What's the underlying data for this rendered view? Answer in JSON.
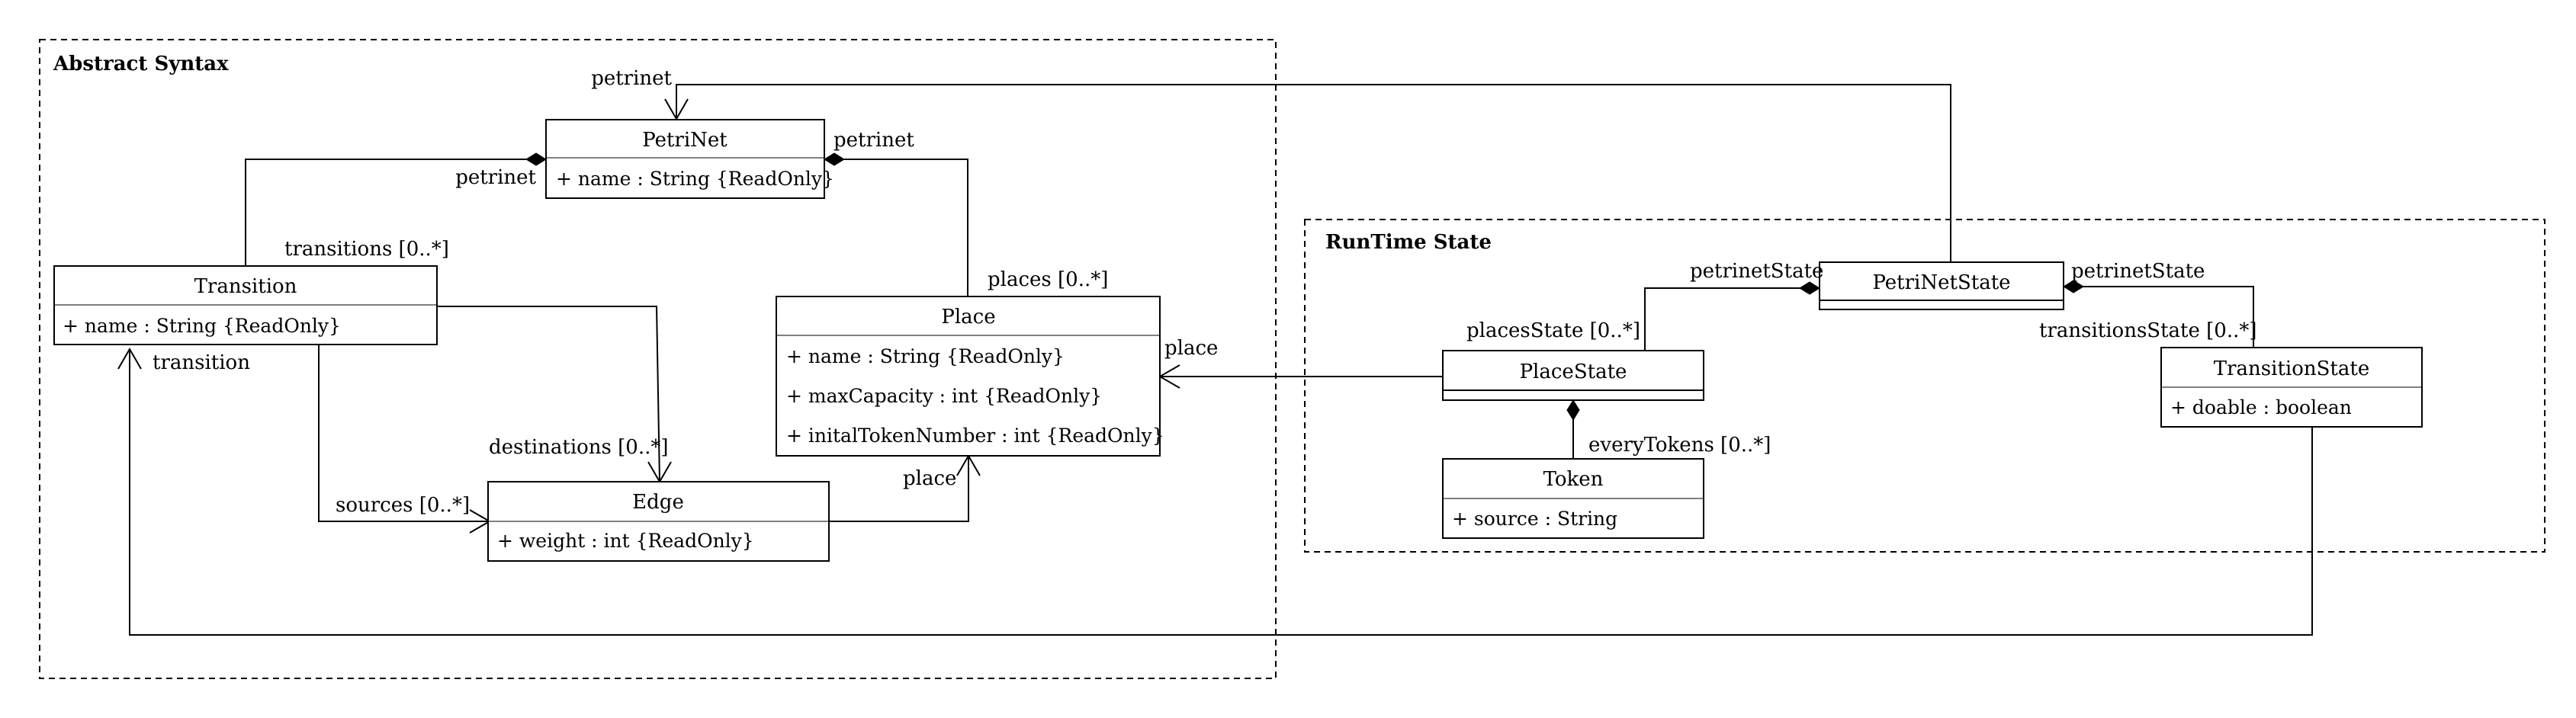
{
  "packages": {
    "abstract_syntax": {
      "title": "Abstract Syntax"
    },
    "runtime_state": {
      "title": "RunTime State"
    }
  },
  "classes": {
    "petrinet": {
      "name": "PetriNet",
      "attributes": [
        "+ name : String {ReadOnly}"
      ]
    },
    "transition": {
      "name": "Transition",
      "attributes": [
        "+ name : String {ReadOnly}"
      ]
    },
    "place": {
      "name": "Place",
      "attributes": [
        "+ name : String {ReadOnly}",
        "+ maxCapacity : int {ReadOnly}",
        "+ initalTokenNumber : int {ReadOnly}"
      ]
    },
    "edge": {
      "name": "Edge",
      "attributes": [
        "+ weight : int {ReadOnly}"
      ]
    },
    "petrinetstate": {
      "name": "PetriNetState",
      "attributes": []
    },
    "placestate": {
      "name": "PlaceState",
      "attributes": []
    },
    "transitionstate": {
      "name": "TransitionState",
      "attributes": [
        "+ doable : boolean"
      ]
    },
    "token": {
      "name": "Token",
      "attributes": [
        "+ source : String"
      ]
    }
  },
  "roles": {
    "transition_petrinet": "petrinet",
    "transition_transitions": "transitions [0..*]",
    "place_petrinet": "petrinet",
    "place_places": "places [0..*]",
    "petrinetstate_petrinet": "petrinet",
    "transitionstate_transition": "transition",
    "transition_destinations": "destinations [0..*]",
    "transition_sources": "sources [0..*]",
    "edge_place": "place",
    "placestate_place": "place",
    "placestate_petrinetstate": "petrinetState",
    "placestate_placesstate": "placesState [0..*]",
    "transitionstate_petrinetstate": "petrinetState",
    "transitionstate_transitionsstate": "transitionsState [0..*]",
    "token_everytokens": "everyTokens [0..*]"
  }
}
